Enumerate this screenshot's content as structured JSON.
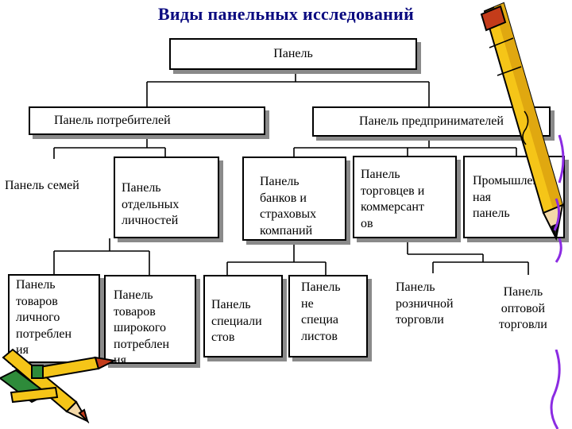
{
  "title": "Виды панельных исследований",
  "root": "Панель",
  "level1": {
    "consumers": "Панель потребителей",
    "entrepreneurs": "Панель предпринимателей"
  },
  "level2": {
    "families": "Панель семей",
    "individuals": "Панель\nотдельных\nличностей",
    "banks": "Панель\nбанков и\nстраховых\nкомпаний",
    "traders": "Панель\nторговцев и\nкоммерсант\nов",
    "industrial": "Промышлен\nная\nпанель"
  },
  "level3": {
    "personal_goods": "Панель\nтоваров\nличного\nпотреблен\nия",
    "mass_goods": "Панель\nтоваров\nширокого\nпотреблен\nия",
    "specialists": "Панель\nспециали\nстов",
    "non_specialists": "Панель\nне\nспециа\nлистов",
    "retail": "Панель\nрозничной\nторговли",
    "wholesale": "Панель\nоптовой\nторговли"
  },
  "colors": {
    "title": "#0b0b80",
    "pencil_body": "#f5c518",
    "pencil_tip": "#c43c1a",
    "shadow": "#8a8a8a"
  }
}
